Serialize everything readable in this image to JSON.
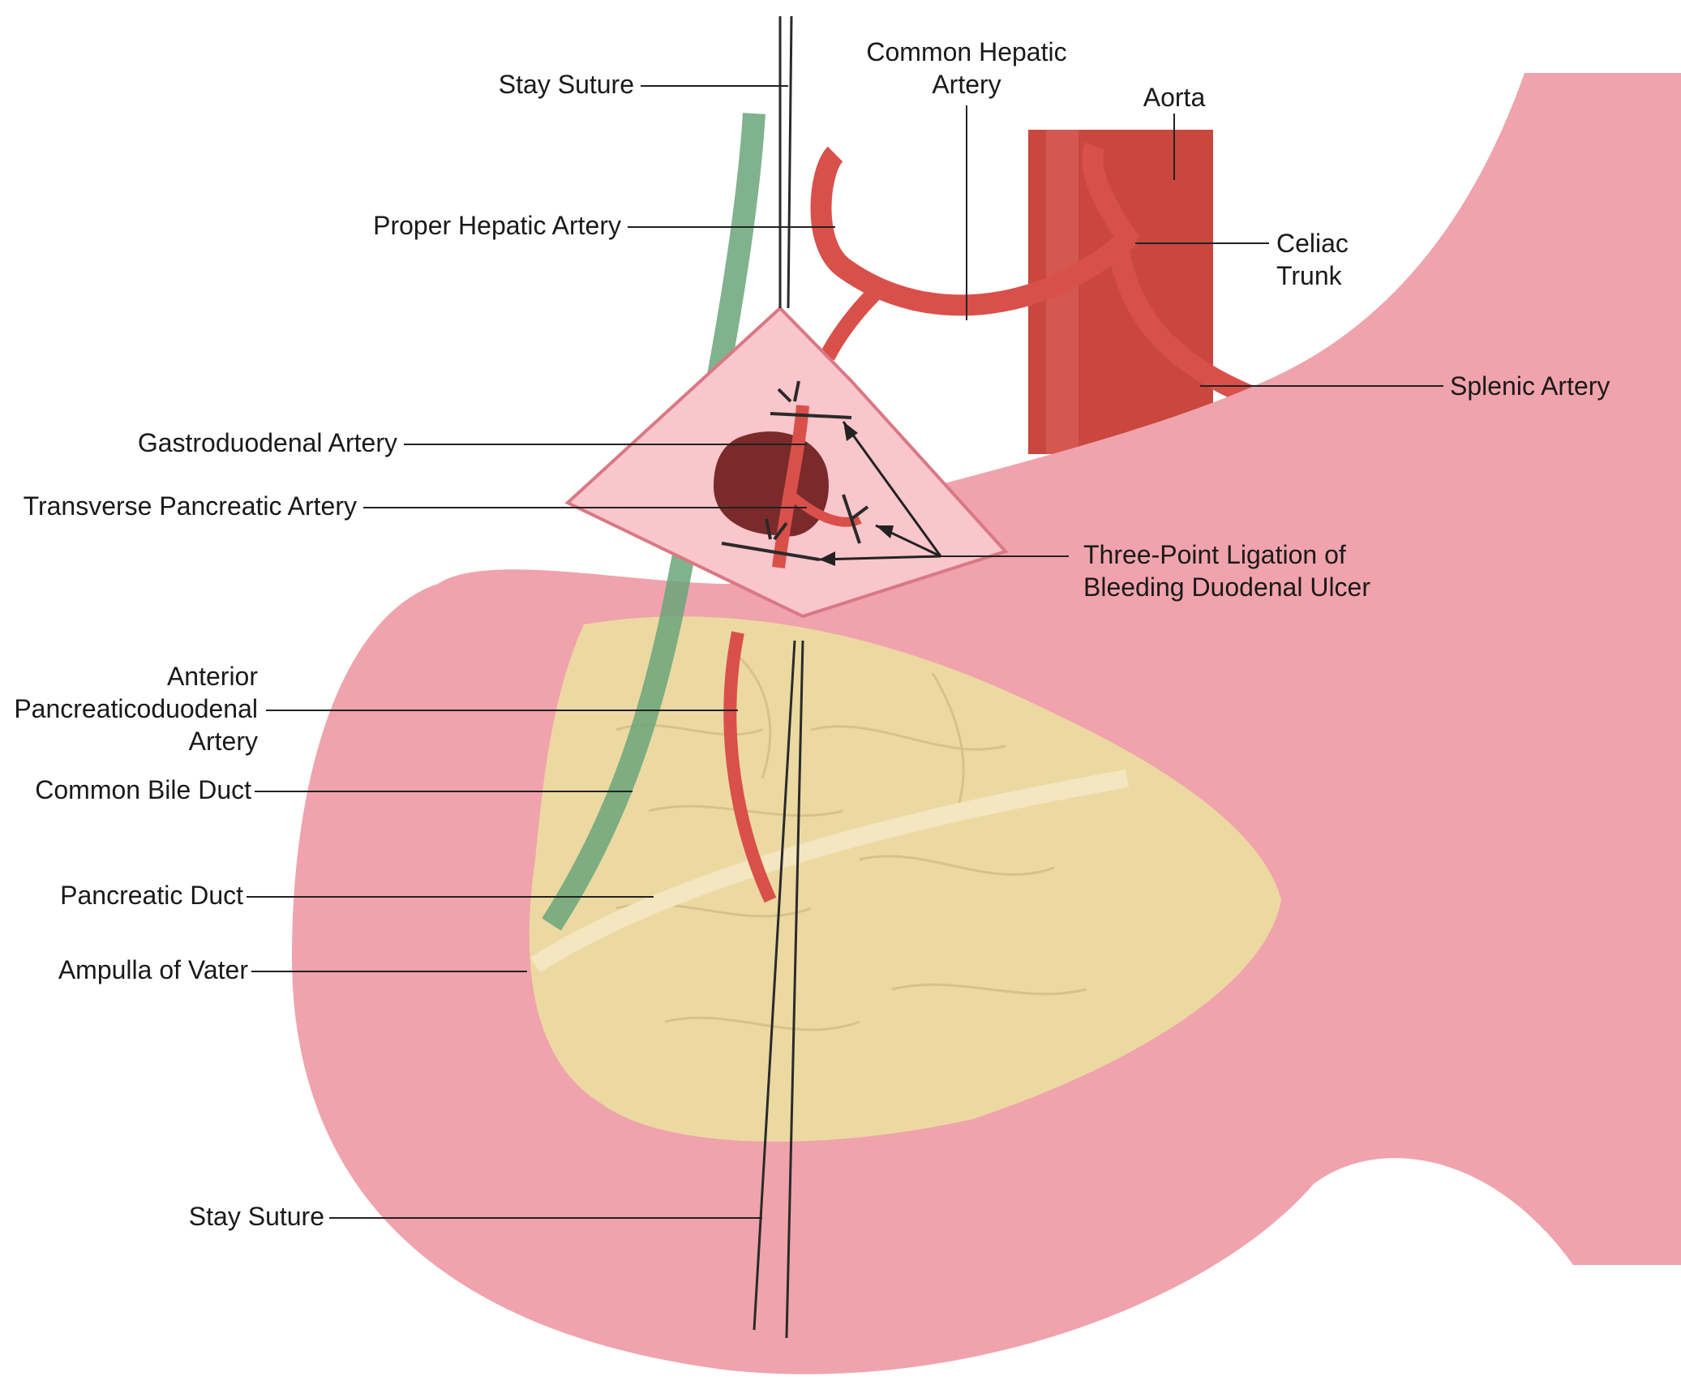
{
  "labels": {
    "stay_suture_top": "Stay Suture",
    "common_hepatic_artery": [
      "Common Hepatic",
      "Artery"
    ],
    "aorta": "Aorta",
    "proper_hepatic_artery": "Proper Hepatic Artery",
    "celiac_trunk": [
      "Celiac",
      "Trunk"
    ],
    "splenic_artery": "Splenic Artery",
    "gastroduodenal_artery": "Gastroduodenal Artery",
    "transverse_pancreatic_artery": "Transverse Pancreatic Artery",
    "three_point_ligation": [
      "Three-Point Ligation of",
      "Bleeding Duodenal Ulcer"
    ],
    "anterior_pancreaticoduodenal_artery": [
      "Anterior",
      "Pancreaticoduodenal",
      "Artery"
    ],
    "common_bile_duct": "Common Bile Duct",
    "pancreatic_duct": "Pancreatic Duct",
    "ampulla_of_vater": "Ampulla of Vater",
    "stay_suture_bottom": "Stay Suture"
  },
  "colors": {
    "duodenum": "#f0a3ac",
    "duodenum_dark": "#d97884",
    "duodenum_light": "#f8c6cb",
    "pancreas": "#ecd9a2",
    "pancreas_dark": "#c9b277",
    "artery": "#d9504a",
    "artery_dark": "#b23a35",
    "aorta": "#c9473f",
    "bile_duct": "#6aa57a",
    "ulcer": "#7a2a2a",
    "leader": "#222222",
    "suture": "#2a2a2a"
  }
}
